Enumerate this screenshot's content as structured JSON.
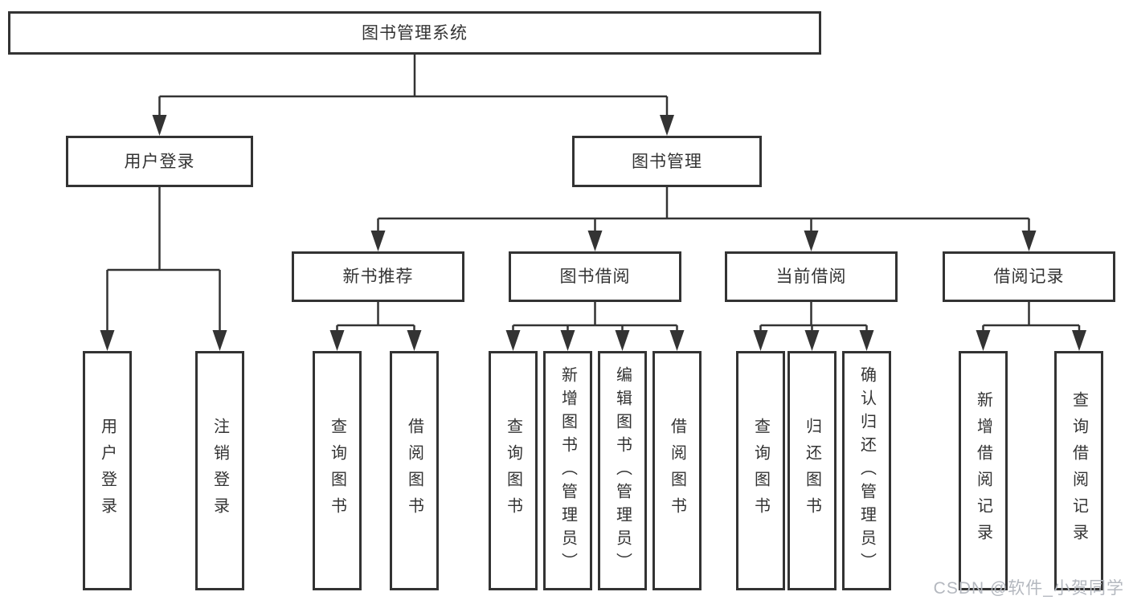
{
  "diagram": {
    "root": {
      "label": "图书管理系统"
    },
    "level2": {
      "user_login": {
        "label": "用户登录"
      },
      "book_mgmt": {
        "label": "图书管理"
      }
    },
    "level3": {
      "new_books": {
        "label": "新书推荐"
      },
      "book_borrow": {
        "label": "图书借阅"
      },
      "current_borrow": {
        "label": "当前借阅"
      },
      "borrow_records": {
        "label": "借阅记录"
      }
    },
    "leaves": {
      "user_login": [
        "用户登录",
        "注销登录"
      ],
      "new_books": [
        "查询图书",
        "借阅图书"
      ],
      "book_borrow": [
        "查询图书",
        "新增图书（管理员）",
        "编辑图书（管理员）",
        "借阅图书"
      ],
      "current_borrow": [
        "查询图书",
        "归还图书",
        "确认归还（管理员）"
      ],
      "borrow_records": [
        "新增借阅记录",
        "查询借阅记录"
      ]
    }
  },
  "watermark": {
    "text": "CSDN @软件_小贺同学"
  },
  "colors": {
    "line": "#333333",
    "text": "#333333",
    "watermark": "#b4b8bf",
    "background": "#ffffff"
  }
}
